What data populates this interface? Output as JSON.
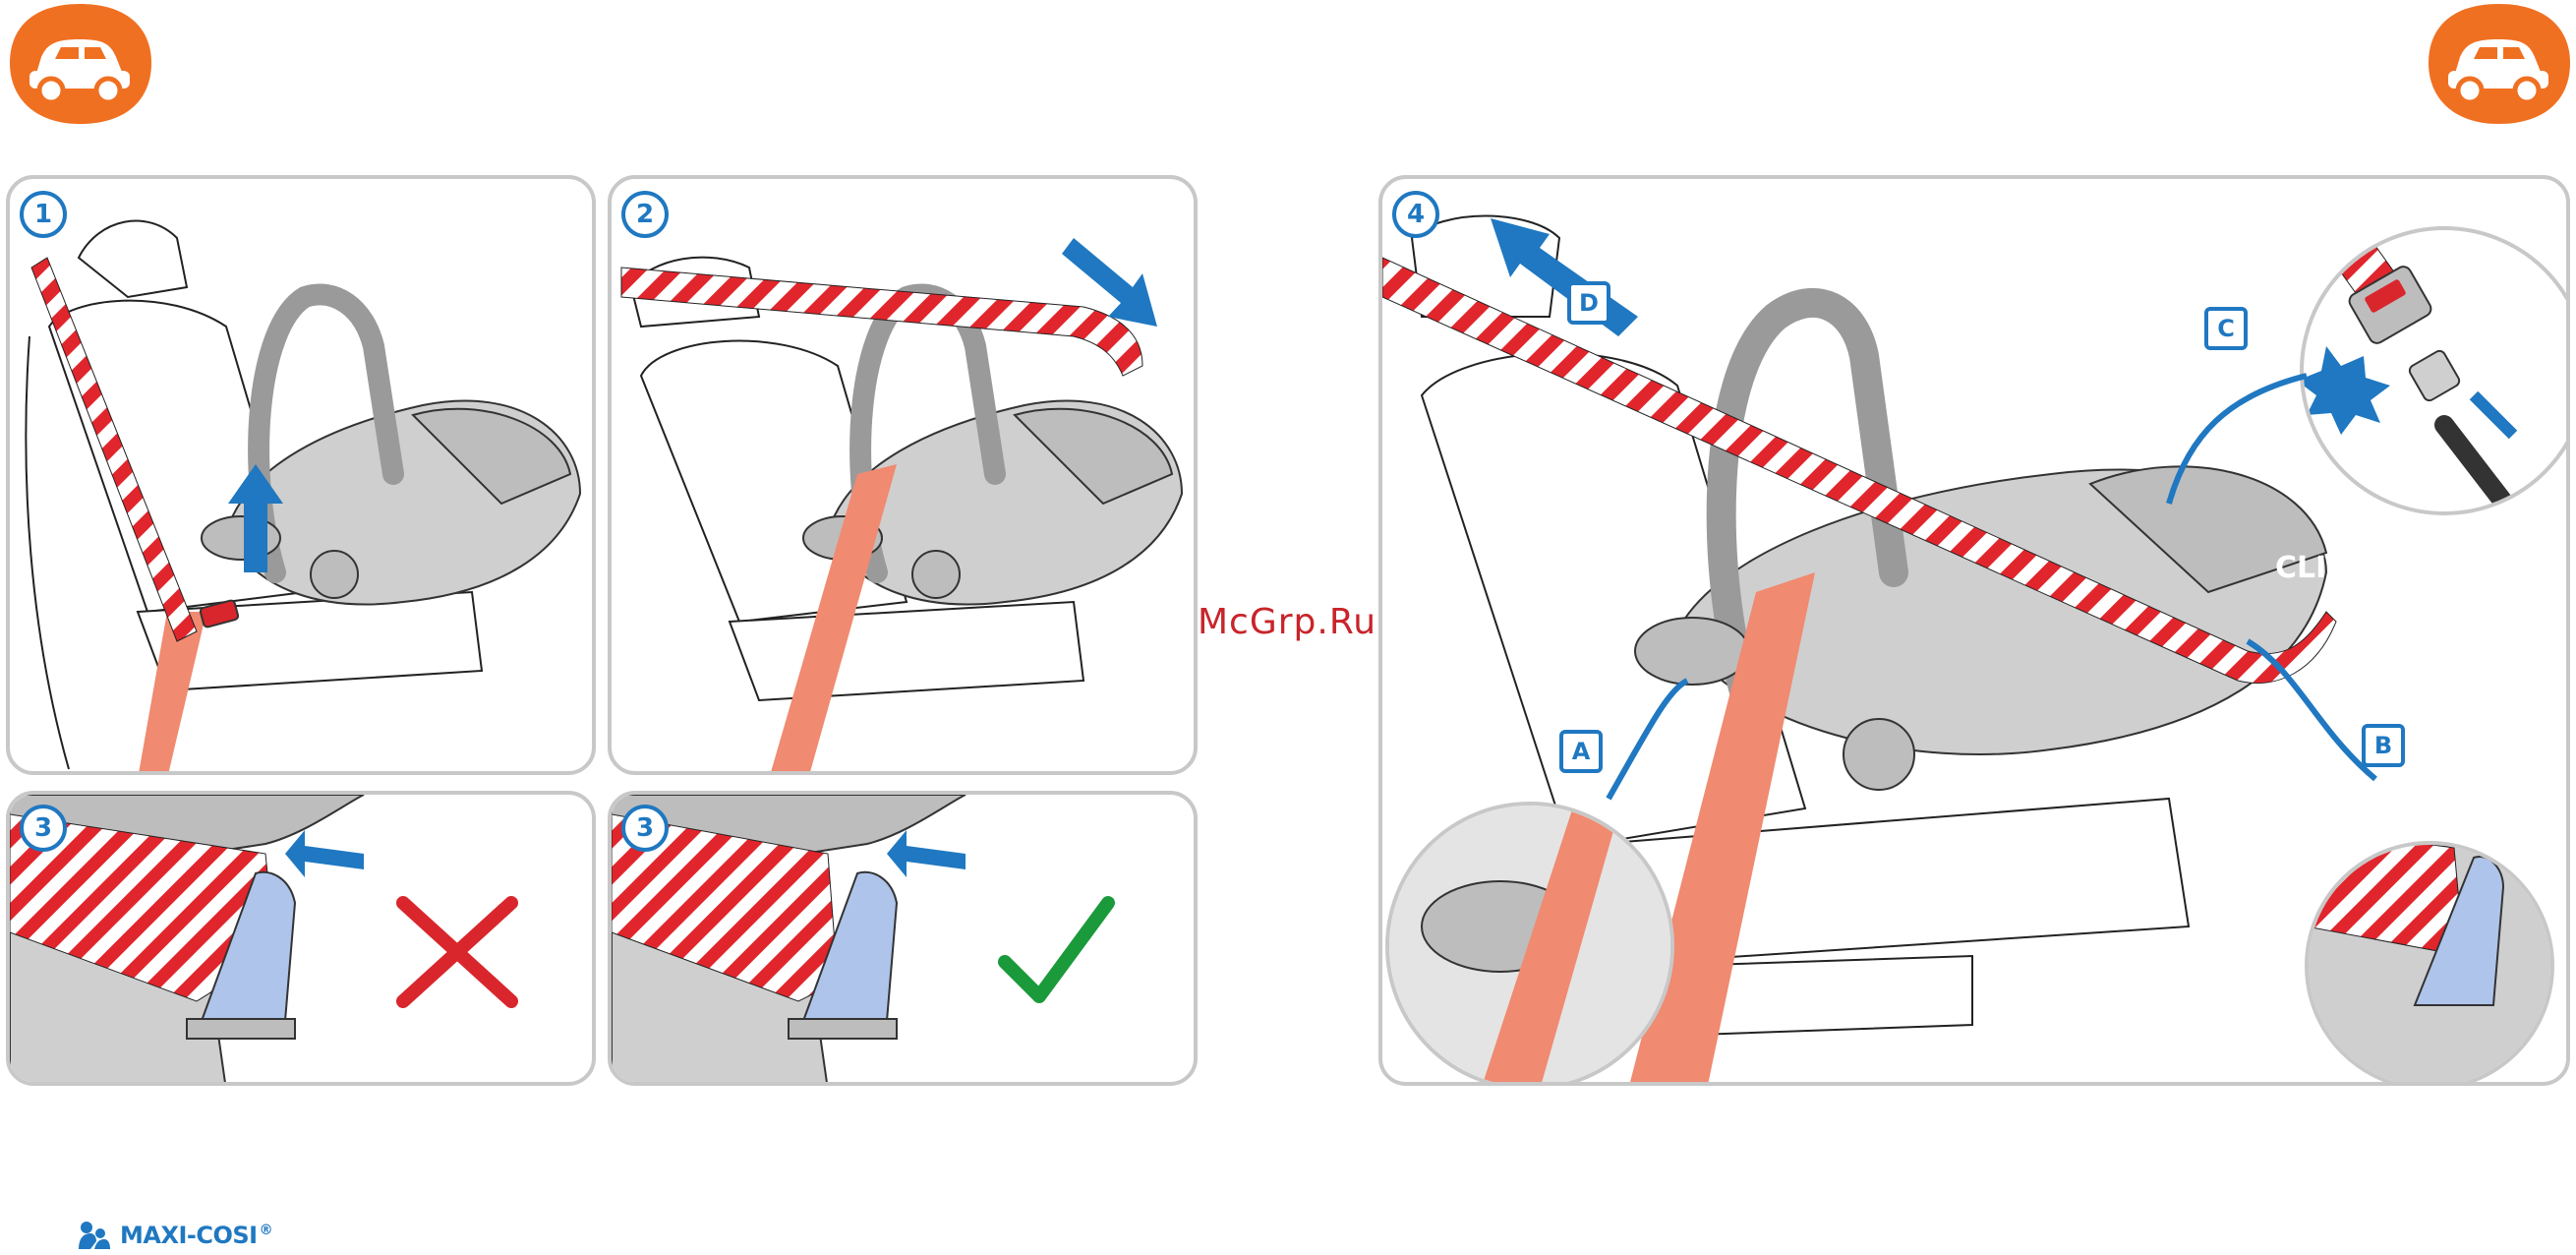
{
  "brand": {
    "name": "MAXI-COSI",
    "trademark": "®",
    "logo_icon": "mother-child-logo-icon",
    "color": "#1f78c1"
  },
  "watermark": "McGrp.Ru",
  "badges": {
    "icon": "car-icon",
    "color": "#f07022"
  },
  "panels": {
    "p1": {
      "step": "1"
    },
    "p2": {
      "step": "2"
    },
    "p3_wrong": {
      "step": "3",
      "result_icon": "cross-icon",
      "result_color": "#d9262c"
    },
    "p3_right": {
      "step": "3",
      "result_icon": "checkmark-icon",
      "result_color": "#1a9a3a"
    },
    "p4": {
      "step": "4",
      "labels": {
        "a": "A",
        "b": "B",
        "c": "C",
        "d": "D"
      },
      "click": "CLICK"
    }
  },
  "colors": {
    "accent_blue": "#1f78c1",
    "belt_salmon": "#f08a70",
    "belt_red": "#e0262c",
    "grey_seat": "#cfcfcf",
    "buckle_blue": "#aec4ea"
  }
}
